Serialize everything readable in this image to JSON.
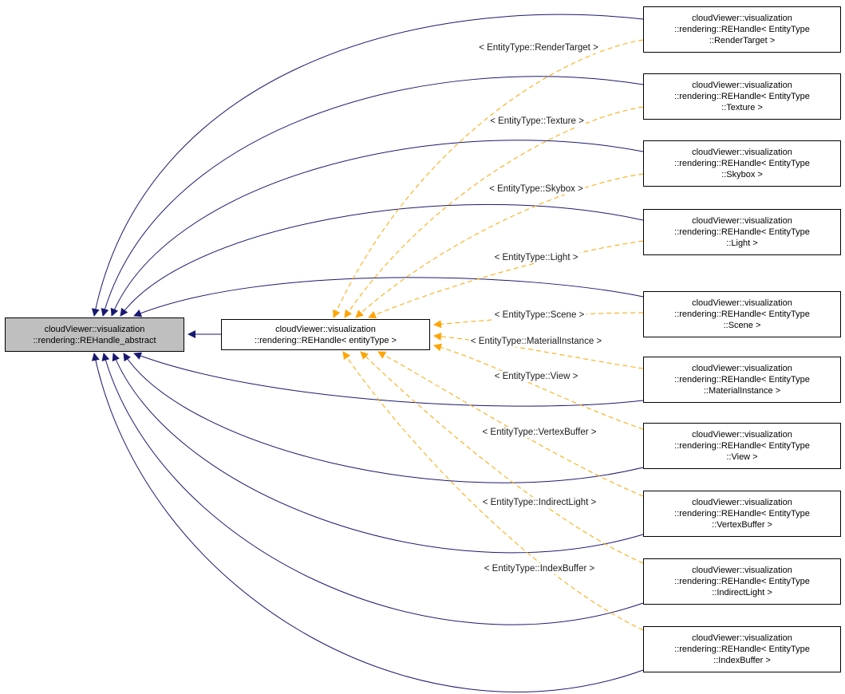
{
  "diagram": {
    "colors": {
      "inheritance_edge": "#191970",
      "template_edge": "#ffa500",
      "base_node_fill": "#bfbfbf",
      "node_fill": "#ffffff",
      "node_border": "#000000"
    },
    "base": {
      "label": "cloudViewer::visualization\n::rendering::REHandle_abstract"
    },
    "template_class": {
      "label": "cloudViewer::visualization\n::rendering::REHandle< entityType >"
    },
    "instances": [
      {
        "label": "cloudViewer::visualization\n::rendering::REHandle< EntityType\n::RenderTarget >",
        "edge_label": "< EntityType::RenderTarget >"
      },
      {
        "label": "cloudViewer::visualization\n::rendering::REHandle< EntityType\n::Texture >",
        "edge_label": "< EntityType::Texture >"
      },
      {
        "label": "cloudViewer::visualization\n::rendering::REHandle< EntityType\n::Skybox >",
        "edge_label": "< EntityType::Skybox >"
      },
      {
        "label": "cloudViewer::visualization\n::rendering::REHandle< EntityType\n::Light >",
        "edge_label": "< EntityType::Light >"
      },
      {
        "label": "cloudViewer::visualization\n::rendering::REHandle< EntityType\n::Scene >",
        "edge_label": "< EntityType::Scene >"
      },
      {
        "label": "cloudViewer::visualization\n::rendering::REHandle< EntityType\n::MaterialInstance >",
        "edge_label": "< EntityType::MaterialInstance >"
      },
      {
        "label": "cloudViewer::visualization\n::rendering::REHandle< EntityType\n::View >",
        "edge_label": "< EntityType::View >"
      },
      {
        "label": "cloudViewer::visualization\n::rendering::REHandle< EntityType\n::VertexBuffer >",
        "edge_label": "< EntityType::VertexBuffer >"
      },
      {
        "label": "cloudViewer::visualization\n::rendering::REHandle< EntityType\n::IndirectLight >",
        "edge_label": "< EntityType::IndirectLight >"
      },
      {
        "label": "cloudViewer::visualization\n::rendering::REHandle< EntityType\n::IndexBuffer >",
        "edge_label": "< EntityType::IndexBuffer >"
      }
    ]
  }
}
